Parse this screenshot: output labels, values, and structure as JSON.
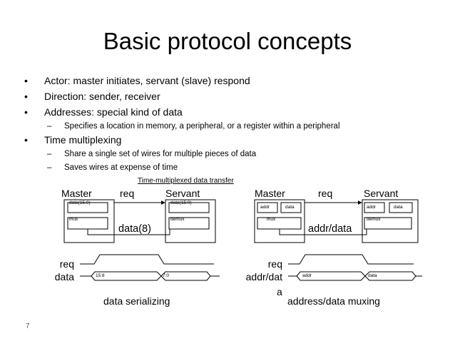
{
  "slide": {
    "title": "Basic protocol concepts",
    "page_number": "7"
  },
  "bullets": [
    {
      "text": "Actor: master initiates, servant (slave) respond"
    },
    {
      "text": "Direction: sender, receiver"
    },
    {
      "text": "Addresses: special kind of data"
    },
    {
      "sub": "Specifies a location in memory, a peripheral, or a register within a peripheral"
    },
    {
      "text": "Time multiplexing"
    },
    {
      "sub": "Share a single set of wires for multiple pieces of data"
    },
    {
      "sub": "Saves wires at expense of time"
    }
  ],
  "diagram": {
    "caption": "Time-multiplexed data transfer",
    "left": {
      "master": "Master",
      "servant": "Servant",
      "req": "req",
      "bus": "data(8)",
      "master_reg": "data(15:0)",
      "master_mux": "mux",
      "servant_reg": "data(15:0)",
      "servant_demux": "demux",
      "wave_req": "req",
      "wave_data": "data",
      "seg1": "15:8",
      "seg2": "7:0",
      "label": "data serializing"
    },
    "right": {
      "master": "Master",
      "servant": "Servant",
      "req": "req",
      "bus": "addr/data",
      "master_addr": "addr",
      "master_data": "data",
      "master_mux": "mux",
      "servant_addr": "addr",
      "servant_data": "data",
      "servant_demux": "demux",
      "wave_req": "req",
      "wave_data_1": "addr/dat",
      "wave_data_2": "a",
      "seg1": "addr",
      "seg2": "data",
      "label": "address/data muxing"
    }
  }
}
